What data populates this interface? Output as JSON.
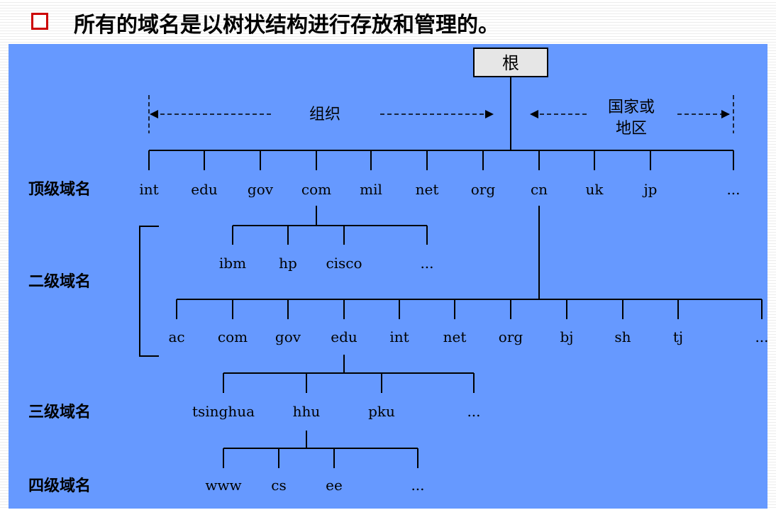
{
  "title": {
    "text": "所有的域名是以树状结构进行存放和管理的。",
    "bullet_color": "#cc0000"
  },
  "colors": {
    "panel_background": "#6699ff",
    "root_box_fill": "#e6e6e6",
    "line": "#000000"
  },
  "root": {
    "label": "根"
  },
  "range_labels": {
    "organization": "组织",
    "country_line1": "国家或",
    "country_line2": "地区"
  },
  "level_labels": {
    "top": "顶级域名",
    "second": "二级域名",
    "third": "三级域名",
    "fourth": "四级域名"
  },
  "top_level_domains": [
    "int",
    "edu",
    "gov",
    "com",
    "mil",
    "net",
    "org",
    "cn",
    "uk",
    "jp",
    "..."
  ],
  "com_children": [
    "ibm",
    "hp",
    "cisco",
    "..."
  ],
  "cn_children": [
    "ac",
    "com",
    "gov",
    "edu",
    "int",
    "net",
    "org",
    "bj",
    "sh",
    "tj",
    "..."
  ],
  "edu_children": [
    "tsinghua",
    "hhu",
    "pku",
    "..."
  ],
  "hhu_children": [
    "www",
    "cs",
    "ee",
    "..."
  ]
}
